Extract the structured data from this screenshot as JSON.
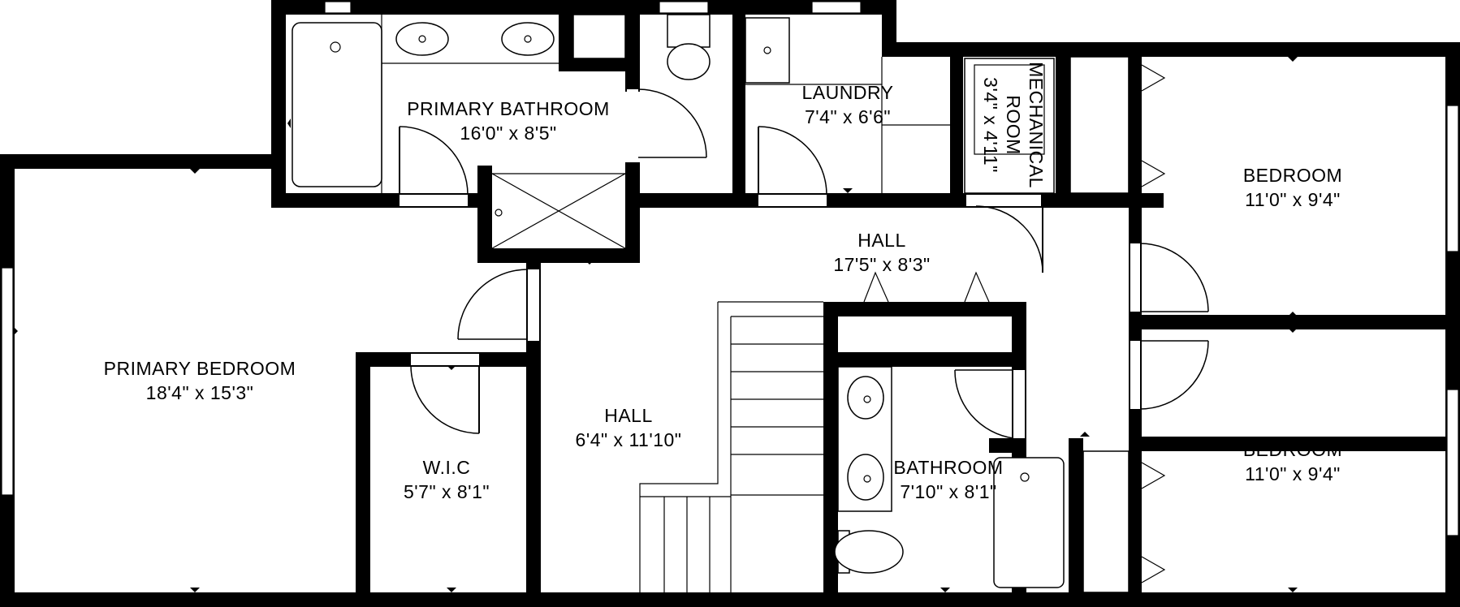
{
  "rooms": {
    "primary_bathroom": {
      "name": "PRIMARY BATHROOM",
      "dims": "16'0\" x 8'5\""
    },
    "laundry": {
      "name": "LAUNDRY",
      "dims": "7'4\" x 6'6\""
    },
    "mechanical_room": {
      "name_line1": "MECHANICAL",
      "name_line2": "ROOM",
      "dims": "3'4\" x 4'11\""
    },
    "bedroom_upper": {
      "name": "BEDROOM",
      "dims": "11'0\" x 9'4\""
    },
    "hall_upper": {
      "name": "HALL",
      "dims": "17'5\" x 8'3\""
    },
    "primary_bedroom": {
      "name": "PRIMARY BEDROOM",
      "dims": "18'4\" x 15'3\""
    },
    "hall_lower": {
      "name": "HALL",
      "dims": "6'4\" x 11'10\""
    },
    "wic": {
      "name": "W.I.C",
      "dims": "5'7\" x 8'1\""
    },
    "bathroom": {
      "name": "BATHROOM",
      "dims": "7'10\" x 8'1\""
    },
    "bedroom_lower": {
      "name": "BEDROOM",
      "dims": "11'0\" x 9'4\""
    }
  },
  "colors": {
    "wall": "#000000",
    "floor": "#ffffff"
  }
}
